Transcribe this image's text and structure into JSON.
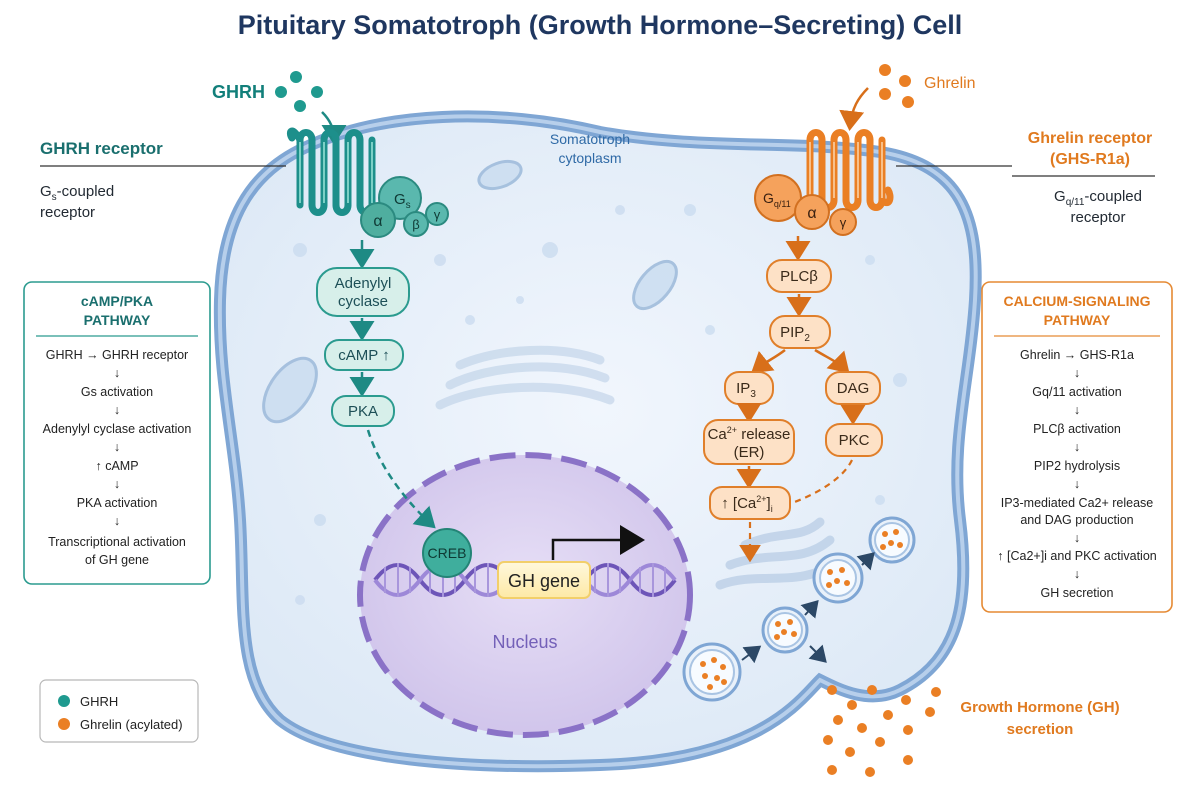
{
  "title": "Pituitary Somatotroph (Growth Hormone–Secreting) Cell",
  "left_ligand": "GHRH",
  "right_ligand": "Ghrelin",
  "cytoplasm_label": [
    "Somatotroph",
    "cytoplasm"
  ],
  "left_receptor": {
    "title": "GHRH receptor",
    "sub1_main": "G",
    "sub1_sub": "s",
    "sub1_rest": "-coupled",
    "sub2": "receptor"
  },
  "right_receptor": {
    "title1": "Ghrelin receptor",
    "title2": "(GHS-R1a)",
    "sub1_main": "G",
    "sub1_sub": "q/11",
    "sub1_rest": "-coupled",
    "sub2": "receptor"
  },
  "gs_protein": {
    "main": "G",
    "sub": "s",
    "alpha": "α",
    "beta": "β",
    "gamma": "γ"
  },
  "gq_protein": {
    "main": "G",
    "sub": "q/11",
    "alpha": "α",
    "gamma": "γ"
  },
  "left_nodes": {
    "adenylyl": [
      "Adenylyl",
      "cyclase"
    ],
    "camp": "cAMP ↑",
    "pka": "PKA",
    "creb": "CREB"
  },
  "right_nodes": {
    "plcb": "PLCβ",
    "pip2_main": "PIP",
    "pip2_sub": "2",
    "ip3_main": "IP",
    "ip3_sub": "3",
    "dag": "DAG",
    "ca_release_pre": "Ca",
    "ca_release_sup": "2+",
    "ca_release_post": " release",
    "ca_release_line2": "(ER)",
    "pkc": "PKC",
    "ca_i_pre": "↑ [Ca",
    "ca_i_sup": "2+",
    "ca_i_post": "]",
    "ca_i_sub": "i"
  },
  "gh_gene": "GH gene",
  "nucleus_label": "Nucleus",
  "left_box": {
    "title1": "cAMP/PKA",
    "title2": "PATHWAY",
    "steps": [
      "GHRH → GHRH receptor",
      "↓",
      "Gs activation",
      "↓",
      "Adenylyl cyclase activation",
      "↓",
      "↑ cAMP",
      "↓",
      "PKA activation",
      "↓",
      "Transcriptional activation",
      "of GH gene"
    ]
  },
  "right_box": {
    "title1": "CALCIUM-SIGNALING",
    "title2": "PATHWAY",
    "steps": [
      "Ghrelin → GHS-R1a",
      "↓",
      "Gq/11 activation",
      "↓",
      "PLCβ activation",
      "↓",
      "PIP2 hydrolysis",
      "↓",
      "IP3-mediated Ca2+ release",
      "and DAG production",
      "↓",
      "↑ [Ca2+]i and PKC activation",
      "↓",
      "GH secretion"
    ]
  },
  "legend": {
    "item1": "GHRH",
    "item2": "Ghrelin (acylated)"
  },
  "secretion_label": [
    "Growth Hormone (GH)",
    "secretion"
  ],
  "colors": {
    "teal": "#1e9a93",
    "orange": "#ea7f24",
    "navy": "#1f3760",
    "nucleus": "#c9bde8"
  }
}
